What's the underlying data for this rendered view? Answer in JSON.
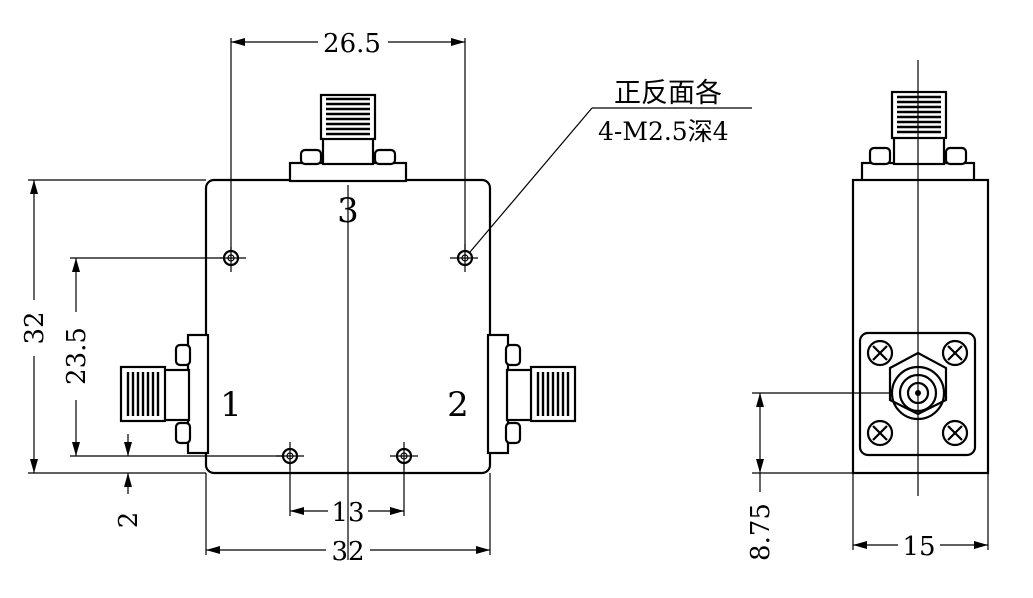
{
  "dimensions": {
    "top_width": "26.5",
    "left_height": "32",
    "hole_pitch_vertical": "23.5",
    "hole_offset_bottom": "2",
    "bottom_hole_pitch": "13",
    "bottom_width": "32",
    "side_connector_height": "8.75",
    "side_width": "15"
  },
  "callout": {
    "line1": "正反面各",
    "line2": "4-M2.5深4"
  },
  "ports": {
    "port1": "1",
    "port2": "2",
    "port3": "3"
  }
}
